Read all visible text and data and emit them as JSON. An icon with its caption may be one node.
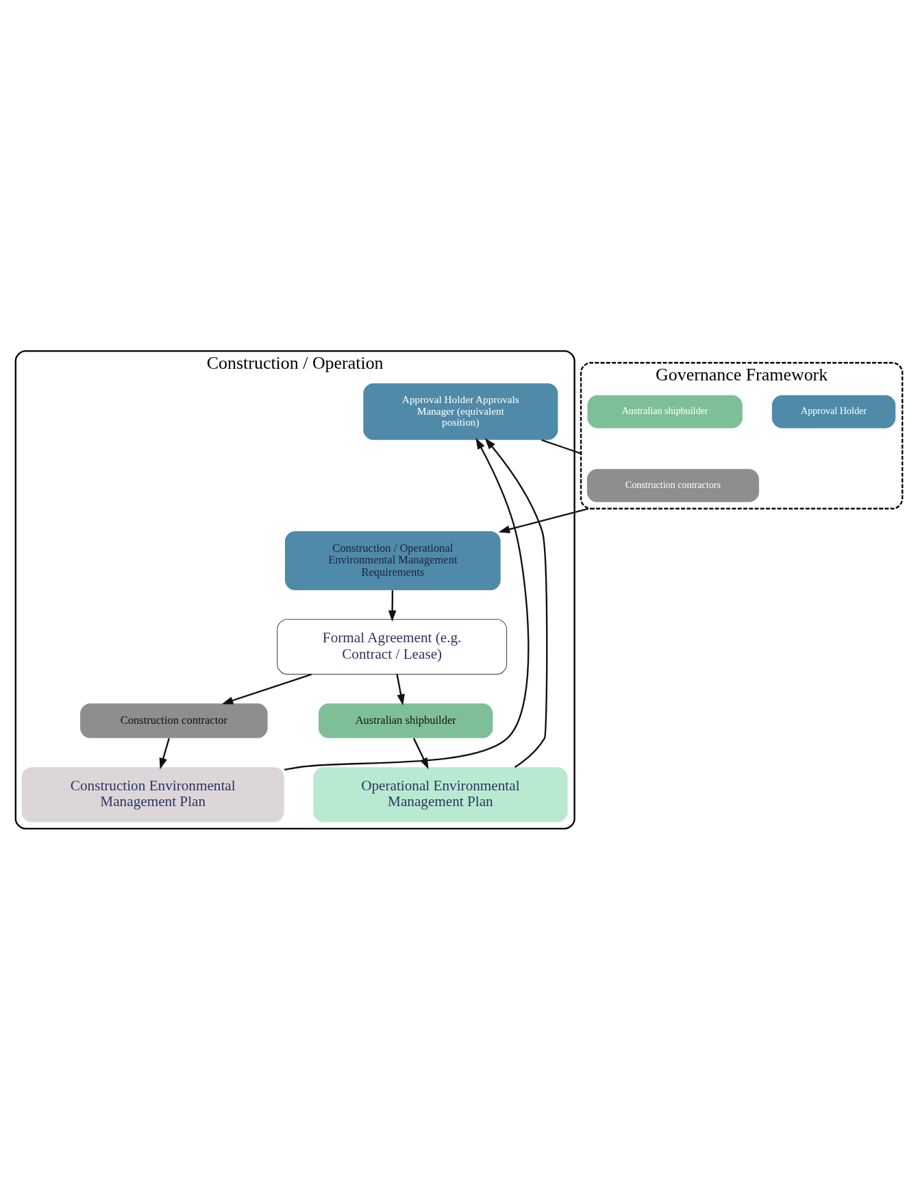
{
  "diagram": {
    "nodes": [
      {
        "text": [
          "Construction / Operation"
        ]
      },
      {
        "text": [
          "Approval Holder Approvals Manager (equivalent position)"
        ],
        "in": 0
      },
      {
        "text": [
          "Governance Framework"
        ]
      },
      {
        "text": [
          "Construction contractors"
        ],
        "in": 2
      },
      {
        "text": [
          "Approval Holder"
        ],
        "in": 2
      },
      {
        "text": [
          "Australian shipbuilder"
        ],
        "in": 2
      },
      {
        "text": [
          "Construction / Operational Environmental Management Requirements"
        ],
        "in": 0
      },
      {
        "text": [
          "Formal Agreement (e.g. Contract / Lease)"
        ],
        "in": 0
      },
      {
        "text": [
          "Construction contractor"
        ],
        "in": 0
      },
      {
        "text": [
          "Australian shipbuilder"
        ],
        "in": 0
      },
      {
        "text": [
          "Construction Environmental Management Plan"
        ],
        "in": 0
      },
      {
        "text": [
          "Operational Environmental Management Plan"
        ],
        "in": 0
      }
    ],
    "edges": [
      {
        "from": 1,
        "to": 2,
        "arrow": "none"
      },
      {
        "from": 2,
        "to": 6,
        "arrow": "to"
      },
      {
        "from": 6,
        "to": 7,
        "arrow": "to"
      },
      {
        "from": 7,
        "to": 8,
        "arrow": "to"
      },
      {
        "from": 7,
        "to": 9,
        "arrow": "to"
      },
      {
        "from": 8,
        "to": 10,
        "arrow": "to"
      },
      {
        "from": 9,
        "to": 11,
        "arrow": "to"
      },
      {
        "from": 10,
        "to": 1,
        "arrow": "to"
      },
      {
        "from": 11,
        "to": 1,
        "arrow": "to"
      }
    ]
  }
}
